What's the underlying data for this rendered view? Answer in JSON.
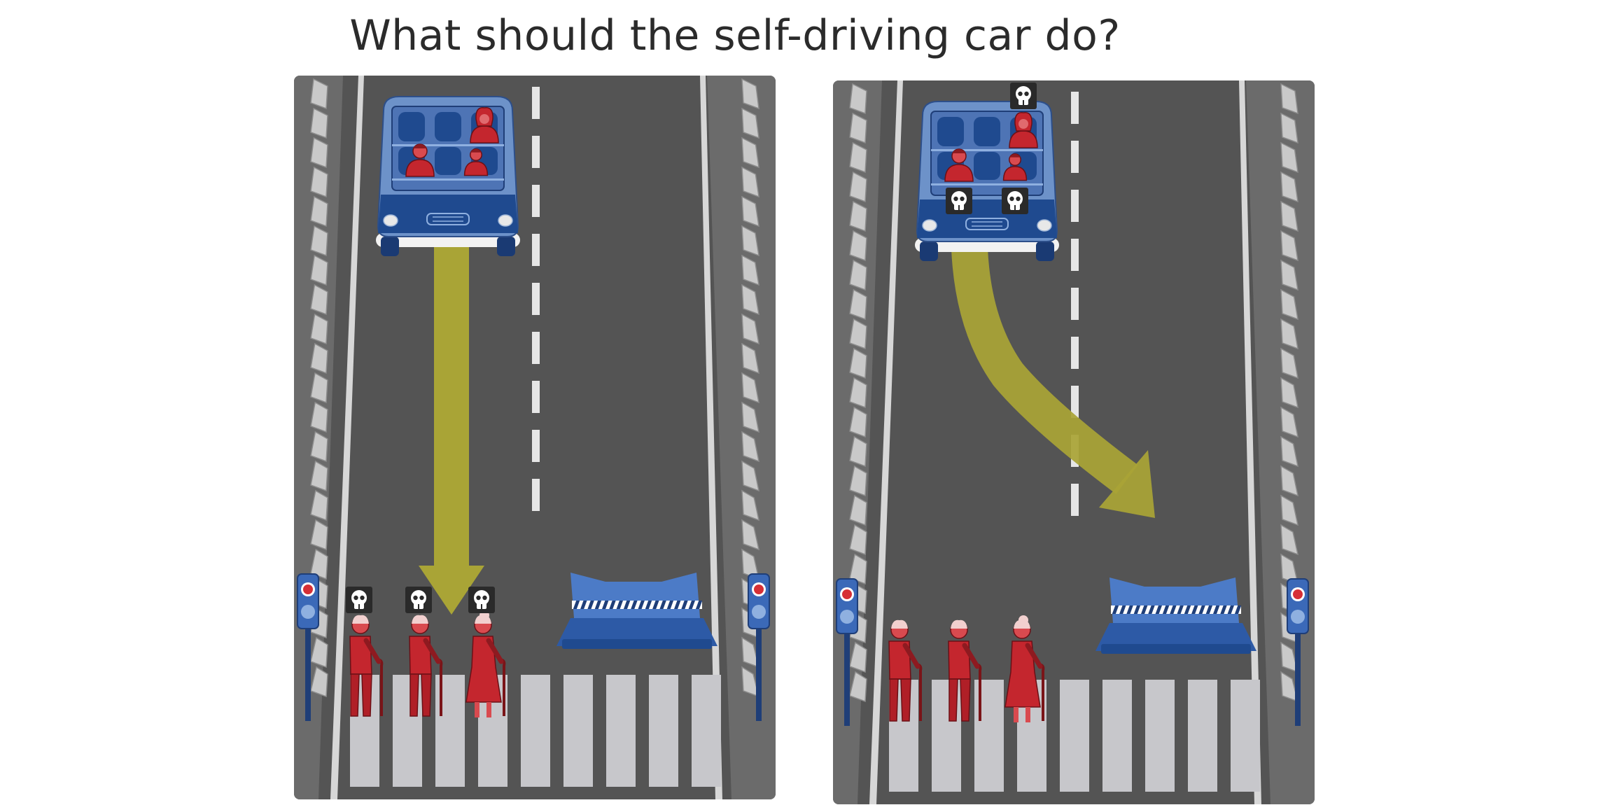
{
  "question": "What should the self-driving car do?",
  "colors": {
    "road": "#545454",
    "curb": "#6b6b6b",
    "car_body": "#6d92c9",
    "car_dark": "#1f4a8f",
    "person": "#c4262e",
    "arrow": "#a9a436",
    "crosswalk": "#c7c7cb",
    "barrier": "#2d5aa6",
    "skull_bg": "#2a2a2a"
  },
  "options": [
    {
      "name": "stay-course",
      "maneuver": "straight",
      "car_passengers": [
        "man",
        "woman",
        "boy"
      ],
      "passengers_dead": [
        false,
        false,
        false
      ],
      "pedestrians": [
        "old-man",
        "old-man",
        "old-woman"
      ],
      "pedestrians_dead": [
        true,
        true,
        true
      ],
      "icons": {
        "skull": "skull-icon",
        "signal": "pedestrian-signal-icon",
        "arrow": "straight-arrow-icon",
        "barrier": "concrete-barrier-icon"
      }
    },
    {
      "name": "swerve",
      "maneuver": "swerve-right",
      "car_passengers": [
        "man",
        "woman",
        "boy"
      ],
      "passengers_dead": [
        true,
        true,
        true
      ],
      "pedestrians": [
        "old-man",
        "old-man",
        "old-woman"
      ],
      "pedestrians_dead": [
        false,
        false,
        false
      ],
      "icons": {
        "skull": "skull-icon",
        "signal": "pedestrian-signal-icon",
        "arrow": "swerve-arrow-icon",
        "barrier": "concrete-barrier-icon"
      }
    }
  ]
}
